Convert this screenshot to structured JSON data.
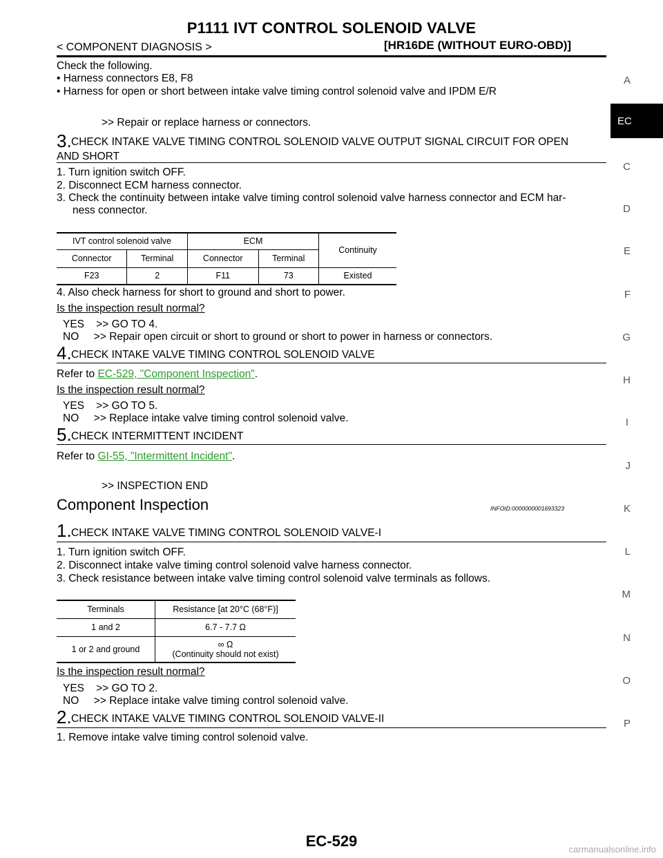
{
  "header": {
    "title": "P1111 IVT CONTROL SOLENOID VALVE",
    "section": "< COMPONENT DIAGNOSIS >",
    "model": "[HR16DE (WITHOUT EURO-OBD)]"
  },
  "intro": {
    "line1": "Check the following.",
    "bullet1": "• Harness connectors E8, F8",
    "bullet2": "• Harness for open or short between intake valve timing control solenoid valve and IPDM E/R",
    "action": ">> Repair or replace harness or connectors."
  },
  "step3": {
    "num": "3.",
    "title_line1": "CHECK INTAKE VALVE TIMING CONTROL SOLENOID VALVE OUTPUT SIGNAL CIRCUIT FOR OPEN",
    "title_line2": "AND SHORT",
    "item1": "1. Turn ignition switch OFF.",
    "item2": "2. Disconnect ECM harness connector.",
    "item3a": "3. Check the continuity between intake valve timing control solenoid valve harness connector and ECM har-",
    "item3b": "ness connector.",
    "table": {
      "h_ivt": "IVT control solenoid valve",
      "h_ecm": "ECM",
      "h_cont": "Continuity",
      "h_conn1": "Connector",
      "h_term1": "Terminal",
      "h_conn2": "Connector",
      "h_term2": "Terminal",
      "r_conn1": "F23",
      "r_term1": "2",
      "r_conn2": "F11",
      "r_term2": "73",
      "r_cont": "Existed"
    },
    "item4": "4. Also check harness for short to ground and short to power.",
    "question": "Is the inspection result normal?",
    "yes": "YES    >> GO TO 4.",
    "no": "NO     >> Repair open circuit or short to ground or short to power in harness or connectors."
  },
  "step4": {
    "num": "4.",
    "title": "CHECK INTAKE VALVE TIMING CONTROL SOLENOID VALVE",
    "refer_prefix": "Refer to ",
    "refer_link": "EC-529, \"Component Inspection\"",
    "refer_suffix": ".",
    "question": "Is the inspection result normal?",
    "yes": "YES    >> GO TO 5.",
    "no": "NO     >> Replace intake valve timing control solenoid valve."
  },
  "step5": {
    "num": "5.",
    "title": "CHECK INTERMITTENT INCIDENT",
    "refer_prefix": "Refer to ",
    "refer_link": "GI-55, \"Intermittent Incident\"",
    "refer_suffix": ".",
    "action": ">> INSPECTION END"
  },
  "component": {
    "title": "Component Inspection",
    "infoid": "INFOID:0000000001693323"
  },
  "cstep1": {
    "num": "1.",
    "title": "CHECK INTAKE VALVE TIMING CONTROL SOLENOID VALVE-I",
    "item1": "1. Turn ignition switch OFF.",
    "item2": "2. Disconnect intake valve timing control solenoid valve harness connector.",
    "item3": "3. Check resistance between intake valve timing control solenoid valve terminals as follows.",
    "table": {
      "h_term": "Terminals",
      "h_res": "Resistance [at 20°C (68°F)]",
      "r1_term": "1 and 2",
      "r1_res": "6.7 - 7.7 Ω",
      "r2_term": "1 or 2 and ground",
      "r2_res_a": "∞ Ω",
      "r2_res_b": "(Continuity should not exist)"
    },
    "question": "Is the inspection result normal?",
    "yes": "YES    >> GO TO 2.",
    "no": "NO     >> Replace intake valve timing control solenoid valve."
  },
  "cstep2": {
    "num": "2.",
    "title": "CHECK INTAKE VALVE TIMING CONTROL SOLENOID VALVE-II",
    "item1": "1. Remove intake valve timing control solenoid valve."
  },
  "sidebar": {
    "letters": [
      "A",
      "EC",
      "C",
      "D",
      "E",
      "F",
      "G",
      "H",
      "I",
      "J",
      "K",
      "L",
      "M",
      "N",
      "O",
      "P"
    ],
    "active": "EC"
  },
  "footer": {
    "page": "EC-529",
    "watermark": "carmanualsonline.info"
  }
}
